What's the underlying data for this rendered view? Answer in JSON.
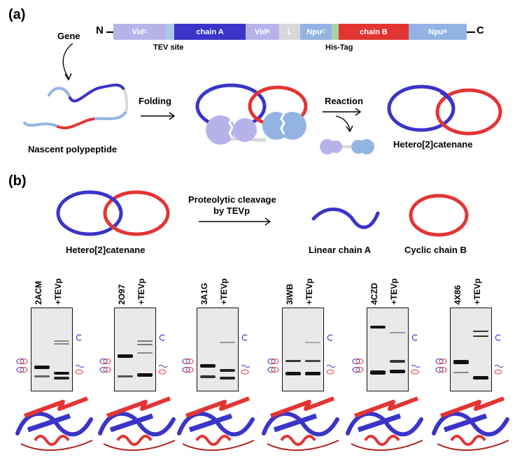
{
  "panel_a": {
    "label": "(a)",
    "construct": {
      "n_term": "N",
      "c_term": "C",
      "segments": [
        {
          "label": "VidC",
          "main": "Vid",
          "sup": "C",
          "color": "#b7b3ea"
        },
        {
          "label": "",
          "main": "",
          "sup": "",
          "color": "#a9c9ea"
        },
        {
          "label": "chain A",
          "main": "chain A",
          "sup": "",
          "color": "#3a34c8"
        },
        {
          "label": "VidN",
          "main": "Vid",
          "sup": "N",
          "color": "#b7b3ea"
        },
        {
          "label": "L",
          "main": "L",
          "sup": "",
          "color": "#d8d8d8"
        },
        {
          "label": "NpuC",
          "main": "Npu",
          "sup": "C",
          "color": "#93b4e3"
        },
        {
          "label": "",
          "main": "",
          "sup": "",
          "color": "#a7d6a0"
        },
        {
          "label": "chain B",
          "main": "chain B",
          "sup": "",
          "color": "#e33434"
        },
        {
          "label": "NpuN",
          "main": "Npu",
          "sup": "N",
          "color": "#93b4e3"
        }
      ],
      "tev_site": "TEV site",
      "his_tag": "His-Tag"
    },
    "gene_label": "Gene",
    "nascent_label": "Nascent polypeptide",
    "folding_label": "Folding",
    "reaction_label": "Reaction",
    "product_label": "Hetero[2]catenane"
  },
  "panel_b": {
    "label": "(b)",
    "catenane_label": "Hetero[2]catenane",
    "cleavage_line1": "Proteolytic cleavage",
    "cleavage_line2": "by TEVp",
    "linear_label": "Linear chain A",
    "cyclic_label": "Cyclic chain B",
    "gels": [
      {
        "id": "2ACM",
        "treatment": "+TEVp"
      },
      {
        "id": "2O97",
        "treatment": "+TEVp"
      },
      {
        "id": "3A1G",
        "treatment": "+TEVp"
      },
      {
        "id": "3IWB",
        "treatment": "+TEVp"
      },
      {
        "id": "4CZD",
        "treatment": "+TEVp"
      },
      {
        "id": "4X86",
        "treatment": "+TEVp"
      }
    ]
  },
  "colors": {
    "blue": "#3a34c8",
    "red": "#e33434",
    "light_blue": "#93b4e3",
    "lavender": "#b7b3ea",
    "grey": "#d8d8d8"
  }
}
